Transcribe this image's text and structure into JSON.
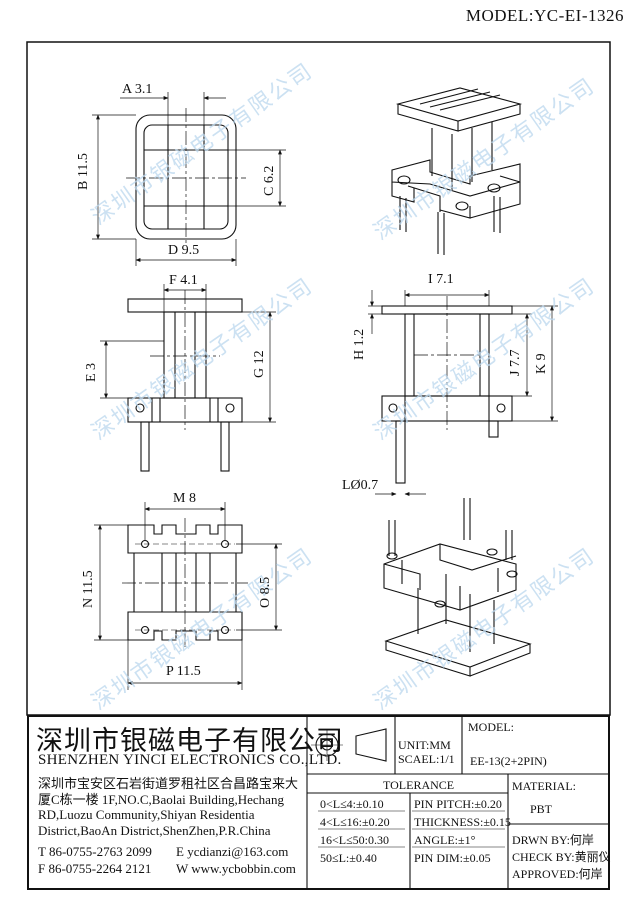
{
  "header": {
    "model": "MODEL:YC-EI-1326"
  },
  "dimensions": {
    "a": "A 3.1",
    "b": "B 11.5",
    "c": "C 6.2",
    "d": "D 9.5",
    "e": "E 3",
    "f": "F 4.1",
    "g": "G 12",
    "h": "H 1.2",
    "i": "I 7.1",
    "j": "J 7.7",
    "k": "K 9",
    "l": "LØ0.7",
    "m": "M 8",
    "n": "N 11.5",
    "o": "O 8.5",
    "p": "P 11.5"
  },
  "watermark": "深圳市银磁电子有限公司",
  "company": {
    "name_cn": "深圳市银磁电子有限公司",
    "name_en": "SHENZHEN YINCI ELECTRONICS CO.,LTD.",
    "address": "深圳市宝安区石岩街道罗租社区合昌路宝来大厦C栋一楼 1F,NO.C,Baolai Building,Hechang RD,Luozu Community,Shiyan Residentia District,BaoAn District,ShenZhen,P.R.China",
    "tel": "T 86-0755-2763 2099",
    "fax": "F 86-0755-2264 2121",
    "email": "E ycdianzi@163.com",
    "web": "W www.ycbobbin.com"
  },
  "title_block": {
    "unit": "UNIT:MM",
    "scale": "SCAEL:1/1",
    "model_label": "MODEL:",
    "model_value": "EE-13(2+2PIN)",
    "tolerance_title": "TOLERANCE",
    "tol_rows": [
      "0<L≤4:±0.10",
      "4<L≤16:±0.20",
      "16<L≤50:0.30",
      "50≤L:±0.40"
    ],
    "pin_rows": [
      "PIN PITCH:±0.20",
      "THICKNESS:±0.15",
      "ANGLE:±1°",
      "PIN DIM:±0.05"
    ],
    "material_label": "MATERIAL:",
    "material_value": "PBT",
    "drawn_by": "DRWN BY:何岸",
    "check_by": "CHECK BY:黄丽仪",
    "approved": "APPROVED:何岸"
  }
}
